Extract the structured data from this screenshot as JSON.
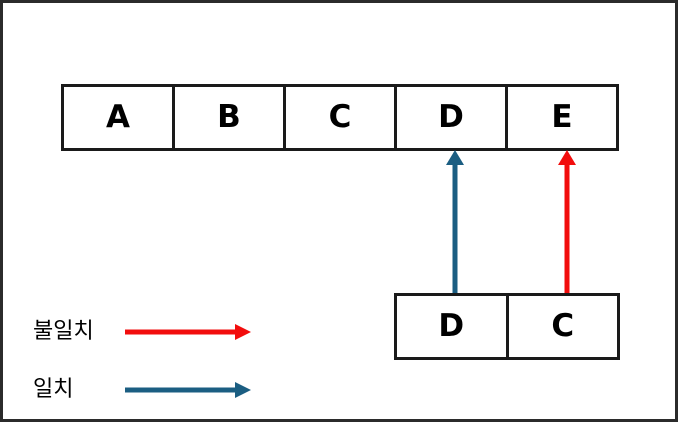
{
  "figure": {
    "title": "",
    "colors": {
      "mismatch": "#F20D0D",
      "match": "#1B5E82",
      "stroke": "#1a1a1a",
      "frame": "#2b2b2b",
      "background": "#ffffff"
    }
  },
  "top_row": {
    "name": "text-row",
    "cells": [
      {
        "label": "A"
      },
      {
        "label": "B"
      },
      {
        "label": "C"
      },
      {
        "label": "D"
      },
      {
        "label": "E"
      }
    ]
  },
  "bottom_row": {
    "name": "pattern-row",
    "cells": [
      {
        "label": "D"
      },
      {
        "label": "C"
      }
    ]
  },
  "connectors": [
    {
      "name": "match-connector",
      "from_cell": "D",
      "to_cell": "D",
      "kind": "match",
      "color": "#1B5E82"
    },
    {
      "name": "mismatch-connector",
      "from_cell": "C",
      "to_cell": "E",
      "kind": "mismatch",
      "color": "#F20D0D"
    }
  ],
  "legend": {
    "items": [
      {
        "label": "불일치",
        "color": "#F20D0D",
        "kind": "mismatch"
      },
      {
        "label": "일치",
        "color": "#1B5E82",
        "kind": "match"
      }
    ]
  }
}
